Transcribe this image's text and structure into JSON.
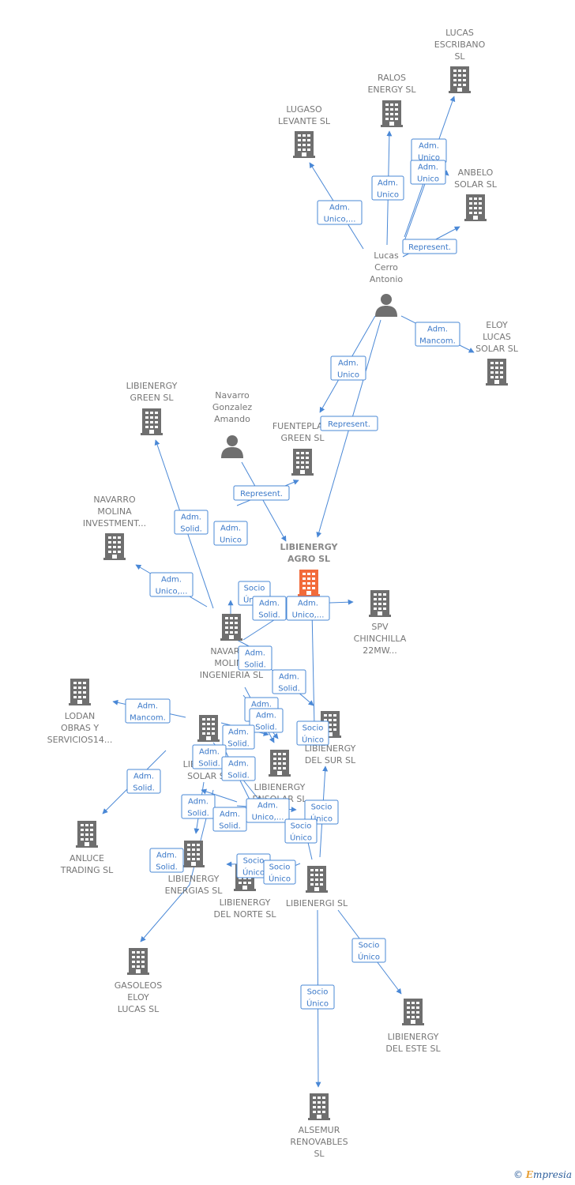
{
  "colors": {
    "edge": "#4a88d6",
    "building": "#6f6f6f",
    "focus_building": "#f26b3a",
    "person": "#6f6f6f"
  },
  "nodes": [
    {
      "id": "lucas_escribano",
      "kind": "company",
      "lines": [
        "LUCAS",
        "ESCRIBANO",
        "SL"
      ]
    },
    {
      "id": "ralos",
      "kind": "company",
      "lines": [
        "RALOS",
        "ENERGY  SL"
      ]
    },
    {
      "id": "lugaso",
      "kind": "company",
      "lines": [
        "LUGASO",
        "LEVANTE SL"
      ]
    },
    {
      "id": "anbelo",
      "kind": "company",
      "lines": [
        "ANBELO",
        "SOLAR SL"
      ]
    },
    {
      "id": "lucas_cerro",
      "kind": "person",
      "lines": [
        "Lucas",
        "Cerro",
        "Antonio"
      ]
    },
    {
      "id": "eloy_lucas_solar",
      "kind": "company",
      "lines": [
        "ELOY",
        "LUCAS",
        "SOLAR SL"
      ]
    },
    {
      "id": "libienergy_green",
      "kind": "company",
      "lines": [
        "LIBIENERGY",
        "GREEN  SL"
      ]
    },
    {
      "id": "navarro_gonzalez",
      "kind": "person",
      "lines": [
        "Navarro",
        "Gonzalez",
        "Amando"
      ]
    },
    {
      "id": "fuenteplata",
      "kind": "company",
      "lines": [
        "FUENTEPLATA",
        "GREEN  SL"
      ]
    },
    {
      "id": "navarro_molina_inv",
      "kind": "company",
      "lines": [
        "NAVARRO",
        "MOLINA",
        "INVESTMENT..."
      ]
    },
    {
      "id": "libienergy_agro",
      "kind": "focus",
      "lines": [
        "LIBIENERGY",
        "AGRO  SL"
      ]
    },
    {
      "id": "spv_chinchilla",
      "kind": "company",
      "lines": [
        "SPV",
        "CHINCHILLA",
        "22MW..."
      ]
    },
    {
      "id": "navarro_molina_ing",
      "kind": "company",
      "lines": [
        "NAVARRO",
        "MOLINA",
        "INGENIERIA SL"
      ]
    },
    {
      "id": "lodan",
      "kind": "company",
      "lines": [
        "LODAN",
        "OBRAS Y",
        "SERVICIOS14..."
      ]
    },
    {
      "id": "libienergy_del_sur",
      "kind": "company",
      "lines": [
        "LIBIENERGY",
        "DEL SUR  SL"
      ]
    },
    {
      "id": "libienergy_solar",
      "kind": "company",
      "lines": [
        "LIBIENERGY",
        "SOLAR  SL"
      ]
    },
    {
      "id": "libienergy_ensolar",
      "kind": "company",
      "lines": [
        "LIBIENERGY",
        "ENSOLAR  SL"
      ]
    },
    {
      "id": "anluce",
      "kind": "company",
      "lines": [
        "ANLUCE",
        "TRADING  SL"
      ]
    },
    {
      "id": "libienergy_energias",
      "kind": "company",
      "lines": [
        "LIBIENERGY",
        "ENERGIAS  SL"
      ]
    },
    {
      "id": "libienergy_del_norte",
      "kind": "company",
      "lines": [
        "LIBIENERGY",
        "DEL NORTE  SL"
      ]
    },
    {
      "id": "libienergi",
      "kind": "company",
      "lines": [
        "LIBIENERGI  SL"
      ]
    },
    {
      "id": "gasoleos",
      "kind": "company",
      "lines": [
        "GASOLEOS",
        "ELOY",
        "LUCAS SL"
      ]
    },
    {
      "id": "libienergy_del_este",
      "kind": "company",
      "lines": [
        "LIBIENERGY",
        "DEL ESTE  SL"
      ]
    },
    {
      "id": "alsemur",
      "kind": "company",
      "lines": [
        "ALSEMUR",
        "RENOVABLES",
        "SL"
      ]
    }
  ],
  "edge_labels": [
    [
      "Adm.",
      "Unico"
    ],
    [
      "Adm.",
      "Unico"
    ],
    [
      "Adm.",
      "Unico"
    ],
    [
      "Adm.",
      "Unico,..."
    ],
    [
      "Represent."
    ],
    [
      "Adm.",
      "Mancom."
    ],
    [
      "Adm.",
      "Unico"
    ],
    [
      "Represent."
    ],
    [
      "Represent."
    ],
    [
      "Adm.",
      "Unico"
    ],
    [
      "Adm.",
      "Solid."
    ],
    [
      "Adm.",
      "Unico,..."
    ],
    [
      "Socio",
      "Único"
    ],
    [
      "Adm.",
      "Solid."
    ],
    [
      "Adm.",
      "Unico,..."
    ],
    [
      "Adm.",
      "Solid."
    ],
    [
      "Adm.",
      "Solid."
    ],
    [
      "Adm.",
      "Mancom."
    ],
    [
      "Adm.",
      "Solid."
    ],
    [
      "Adm.",
      "Solid."
    ],
    [
      "Adm.",
      "Solid."
    ],
    [
      "Adm.",
      "Solid."
    ],
    [
      "Adm.",
      "Solid."
    ],
    [
      "Adm.",
      "Solid."
    ],
    [
      "Socio",
      "Único"
    ],
    [
      "Adm.",
      "Solid."
    ],
    [
      "Adm.",
      "Solid."
    ],
    [
      "Adm.",
      "Unico,..."
    ],
    [
      "Socio",
      "Único"
    ],
    [
      "Socio",
      "Único"
    ],
    [
      "Adm.",
      "Solid."
    ],
    [
      "Socio",
      "Único"
    ],
    [
      "Socio",
      "Único"
    ],
    [
      "Socio",
      "Único"
    ],
    [
      "Socio",
      "Único"
    ]
  ],
  "watermark": {
    "symbol": "©",
    "brand_initial": "E",
    "brand_rest": "mpresia"
  }
}
